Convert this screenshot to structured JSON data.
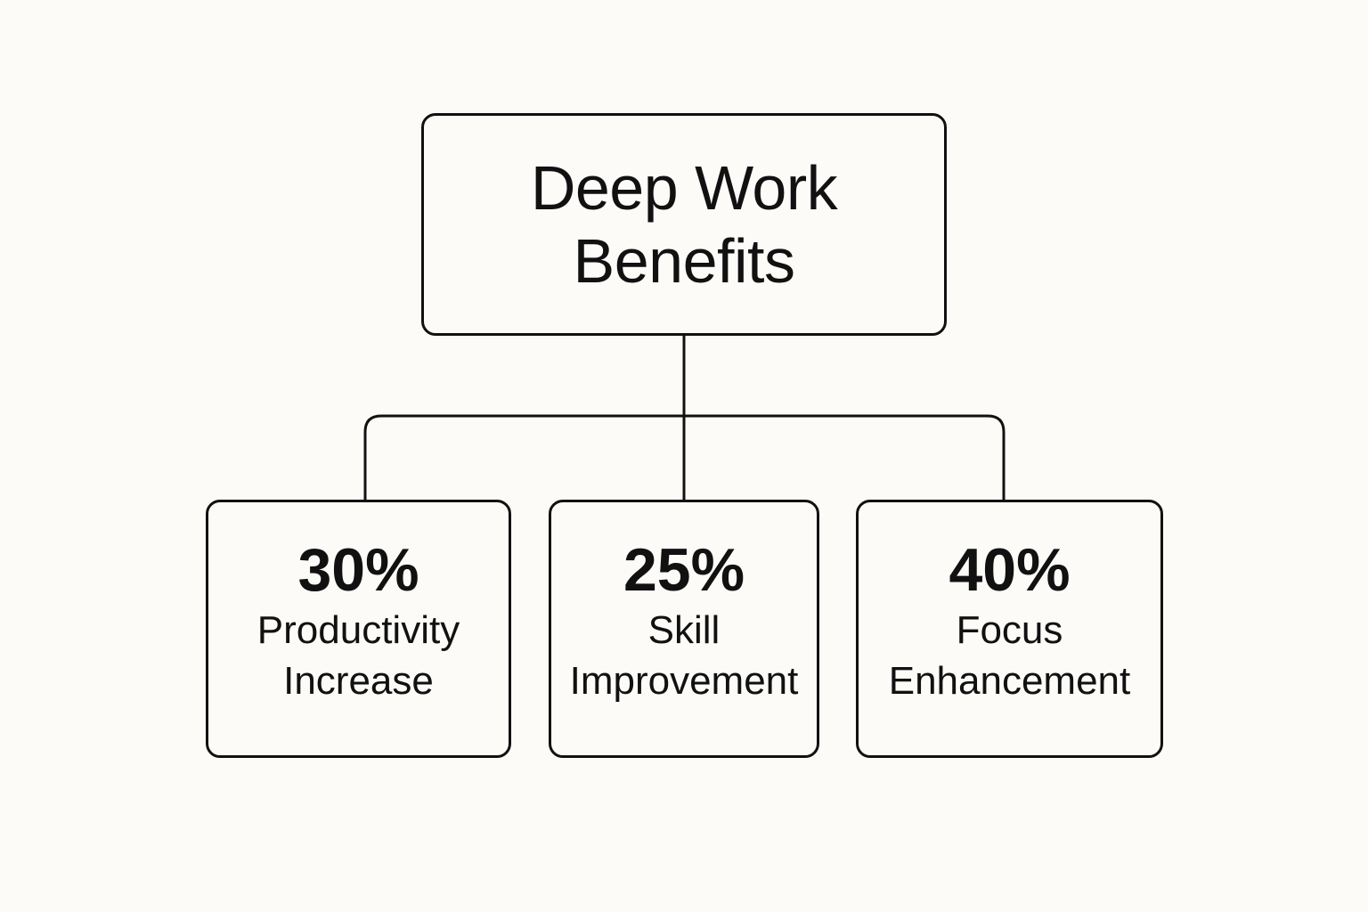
{
  "root": {
    "title_line1": "Deep Work",
    "title_line2": "Benefits"
  },
  "children": [
    {
      "value": "30%",
      "label_line1": "Productivity",
      "label_line2": "Increase"
    },
    {
      "value": "25%",
      "label_line1": "Skill",
      "label_line2": "Improvement"
    },
    {
      "value": "40%",
      "label_line1": "Focus",
      "label_line2": "Enhancement"
    }
  ],
  "colors": {
    "background": "#fcfbf8",
    "stroke": "#111111",
    "text": "#111111"
  }
}
